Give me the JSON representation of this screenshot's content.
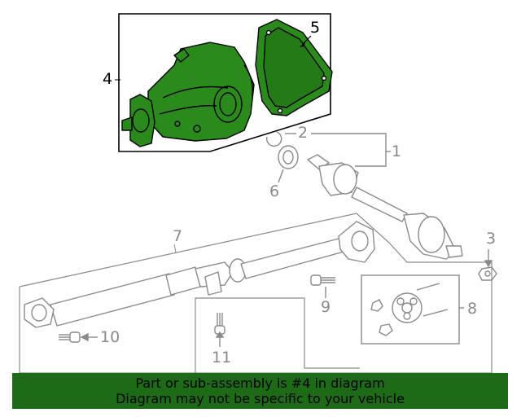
{
  "colors": {
    "highlight_fill": "#2b8a1c",
    "highlight_stroke": "#000000",
    "part_stroke": "#8a8a8a",
    "banner_bg": "#1d6b17",
    "banner_text": "#000000"
  },
  "callouts": [
    {
      "id": "1",
      "label": "1"
    },
    {
      "id": "2",
      "label": "2"
    },
    {
      "id": "3",
      "label": "3"
    },
    {
      "id": "4",
      "label": "4"
    },
    {
      "id": "5",
      "label": "5"
    },
    {
      "id": "6",
      "label": "6"
    },
    {
      "id": "7",
      "label": "7"
    },
    {
      "id": "8",
      "label": "8"
    },
    {
      "id": "9",
      "label": "9"
    },
    {
      "id": "10",
      "label": "10"
    },
    {
      "id": "11",
      "label": "11"
    }
  ],
  "banner": {
    "line1": "Part or sub-assembly is #4 in diagram",
    "line2": "Diagram may not be specific to your vehicle"
  }
}
